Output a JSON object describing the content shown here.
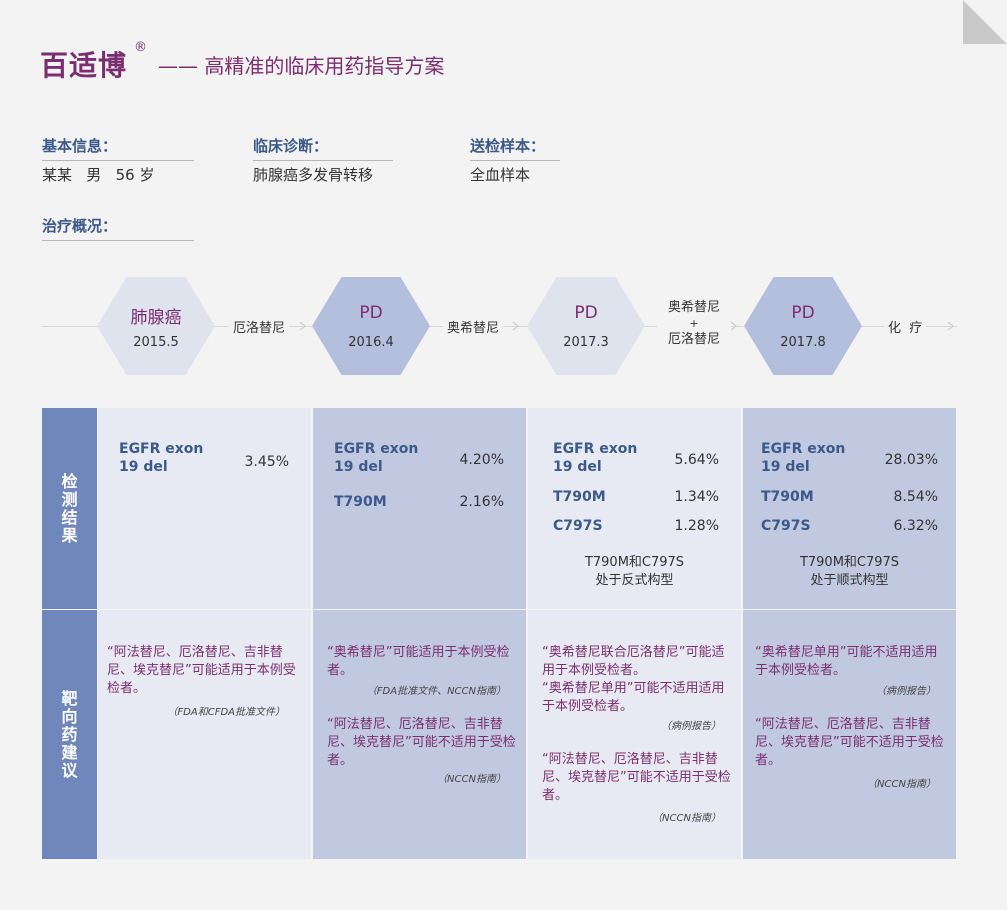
{
  "header": {
    "brand": "百适博",
    "registered": "®",
    "subtitle": "—— 高精准的临床用药指导方案"
  },
  "info": {
    "basic": {
      "label": "基本信息：",
      "value": "某某   男   56 岁"
    },
    "diagnosis": {
      "label": "临床诊断：",
      "value": "肺腺癌多发骨转移"
    },
    "sample": {
      "label": "送检样本：",
      "value": "全血样本"
    },
    "treatment": {
      "label": "治疗概况："
    }
  },
  "timeline": {
    "nodes": [
      {
        "title": "肺腺癌",
        "date": "2015.5"
      },
      {
        "title": "PD",
        "date": "2016.4"
      },
      {
        "title": "PD",
        "date": "2017.3"
      },
      {
        "title": "PD",
        "date": "2017.8"
      }
    ],
    "drugs": [
      {
        "line1": "厄洛替尼"
      },
      {
        "line1": "奥希替尼"
      },
      {
        "line1": "奥希替尼",
        "plus": "+",
        "line2": "厄洛替尼"
      },
      {
        "line1": "化  疗"
      }
    ]
  },
  "sections": {
    "detection": {
      "chars": [
        "检",
        "测",
        "结",
        "果"
      ]
    },
    "targeted": {
      "chars": [
        "靶",
        "向",
        "药",
        "建",
        "议"
      ]
    }
  },
  "results": [
    {
      "genes": [
        {
          "name": "EGFR exon 19 del",
          "pct": "3.45%"
        }
      ]
    },
    {
      "genes": [
        {
          "name": "EGFR exon 19 del",
          "pct": "4.20%"
        },
        {
          "name": "T790M",
          "pct": "2.16%"
        }
      ]
    },
    {
      "genes": [
        {
          "name": "EGFR exon 19 del",
          "pct": "5.64%"
        },
        {
          "name": "T790M",
          "pct": "1.34%"
        },
        {
          "name": "C797S",
          "pct": "1.28%"
        }
      ],
      "note1": "T790M和C797S",
      "note2": "处于反式构型"
    },
    {
      "genes": [
        {
          "name": "EGFR exon 19 del",
          "pct": "28.03%"
        },
        {
          "name": "T790M",
          "pct": "8.54%"
        },
        {
          "name": "C797S",
          "pct": "6.32%"
        }
      ],
      "note1": "T790M和C797S",
      "note2": "处于顺式构型"
    }
  ],
  "recommendations": [
    {
      "items": [
        {
          "text": "“阿法替尼、厄洛替尼、吉非替尼、埃克替尼”可能适用于本例受检者。",
          "source": "（FDA和CFDA批准文件）"
        }
      ]
    },
    {
      "items": [
        {
          "text": "“奥希替尼”可能适用于本例受检者。",
          "source": "（FDA批准文件、NCCN指南）"
        },
        {
          "text": "“阿法替尼、厄洛替尼、吉非替尼、埃克替尼”可能不适用于受检者。",
          "source": "（NCCN指南）"
        }
      ]
    },
    {
      "items": [
        {
          "text": "“奥希替尼联合厄洛替尼”可能适用于本例受检者。",
          "source": ""
        },
        {
          "text": "“奥希替尼单用”可能不适用适用于本例受检者。",
          "source": "（病例报告）"
        },
        {
          "text": "“阿法替尼、厄洛替尼、吉非替尼、埃克替尼”可能不适用于受检者。",
          "source": "（NCCN指南）"
        }
      ]
    },
    {
      "items": [
        {
          "text": "“奥希替尼单用”可能不适用适用于本例受检者。",
          "source": "（病例报告）"
        },
        {
          "text": "“阿法替尼、厄洛替尼、吉非替尼、埃克替尼”可能不适用于受检者。",
          "source": "（NCCN指南）"
        }
      ]
    }
  ],
  "colors": {
    "brand": "#7b2e6f",
    "label": "#3b5a8a",
    "sidebar": "#6f87bb",
    "hexLight": "#dfe3ee",
    "hexDark": "#b3bfdc"
  }
}
